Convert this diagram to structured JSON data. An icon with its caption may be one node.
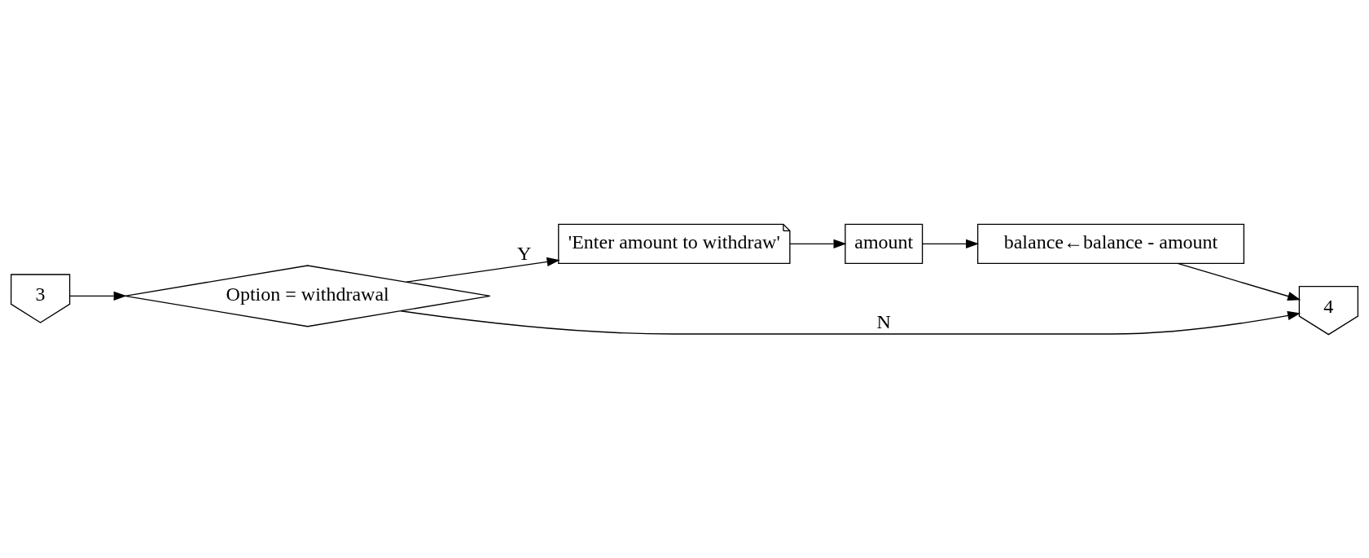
{
  "diagram": {
    "nodes": [
      {
        "text": [
          "3"
        ]
      },
      {
        "text": [
          "Option = withdrawal"
        ]
      },
      {
        "text": [
          "'Enter amount to withdraw'"
        ]
      },
      {
        "text": [
          "amount"
        ]
      },
      {
        "text": [
          "balance←balance - amount"
        ]
      },
      {
        "text": [
          "4"
        ]
      }
    ],
    "edges": [
      {
        "from": 0,
        "to": 1,
        "arrow": "to"
      },
      {
        "from": 1,
        "to": 2,
        "arrow": "to",
        "label": "Y"
      },
      {
        "from": 2,
        "to": 3,
        "arrow": "to"
      },
      {
        "from": 3,
        "to": 4,
        "arrow": "to"
      },
      {
        "from": 1,
        "to": 5,
        "arrow": "to",
        "label": "N"
      },
      {
        "from": 4,
        "to": 5,
        "arrow": "to"
      }
    ]
  }
}
